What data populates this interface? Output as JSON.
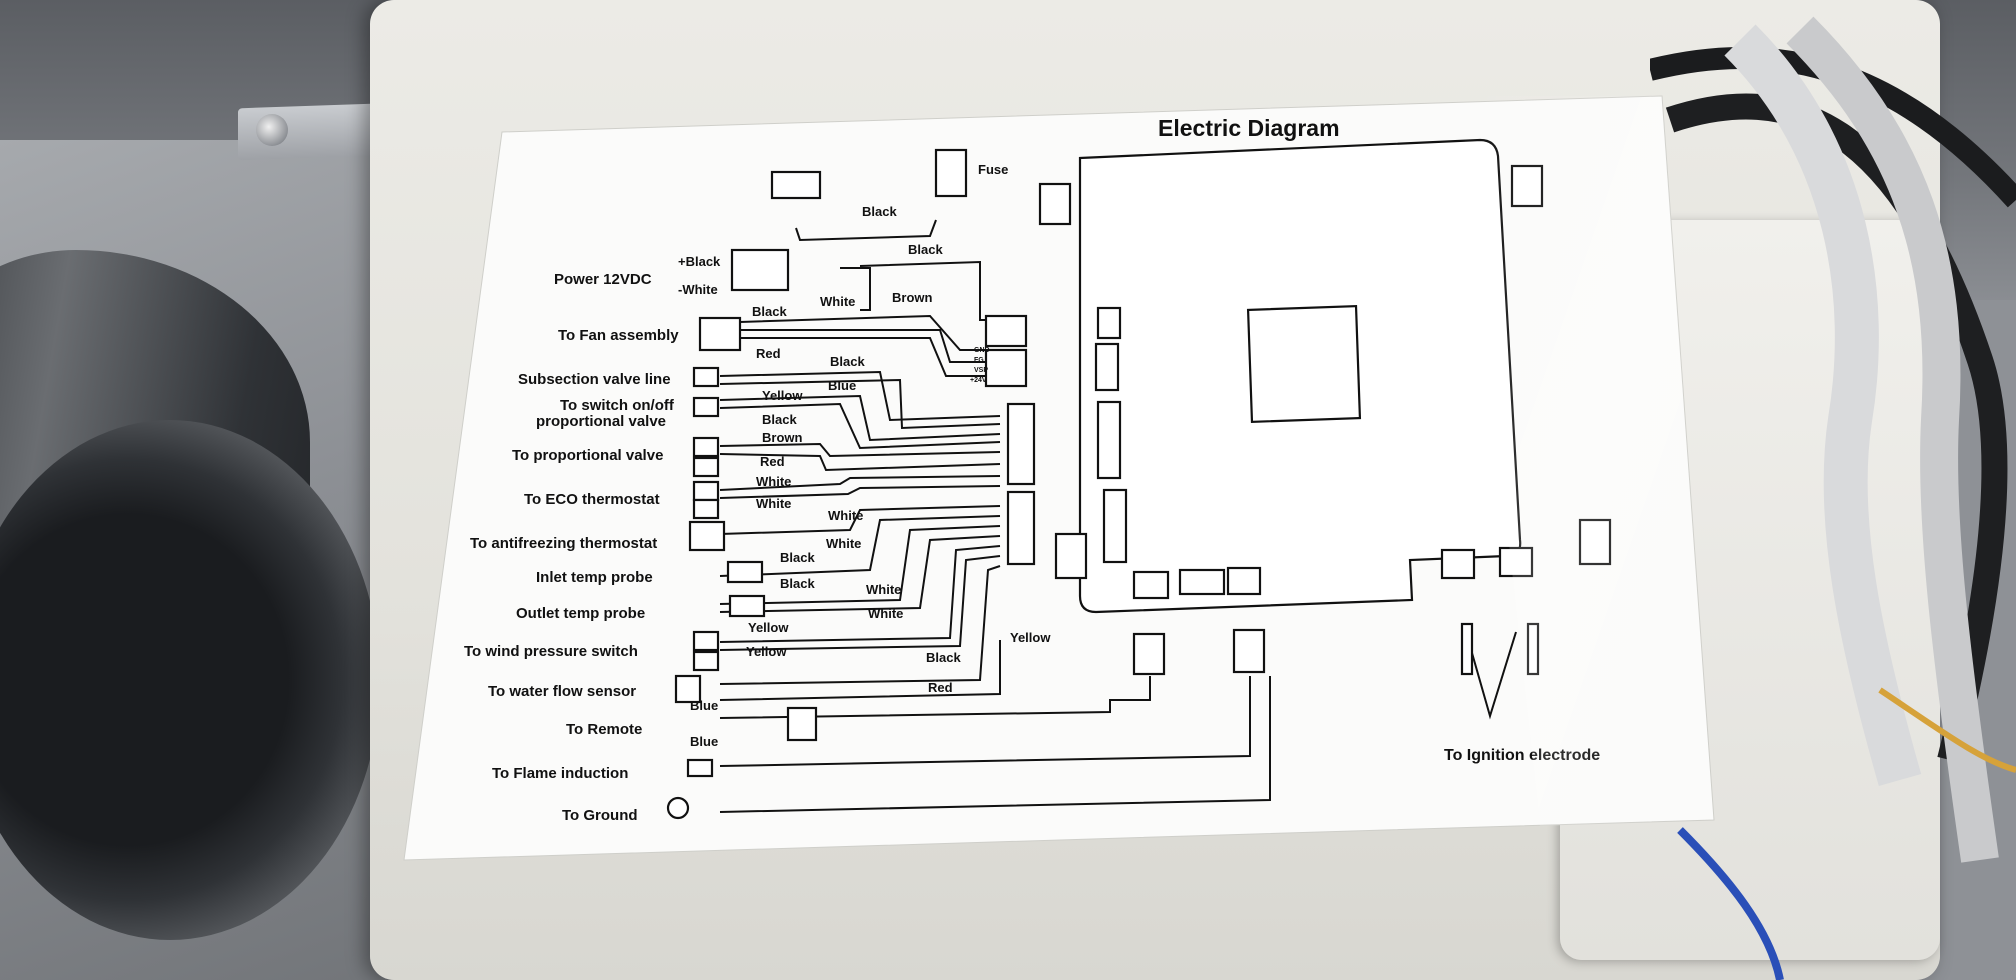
{
  "diagram": {
    "title": "Electric Diagram",
    "left_labels": [
      "Power 12VDC",
      "To Fan assembly",
      "Subsection valve line",
      "To switch on/off",
      "proportional valve",
      "To proportional valve",
      "To ECO thermostat",
      "To antifreezing thermostat",
      "Inlet temp probe",
      "Outlet temp probe",
      "To wind pressure switch",
      "To water flow sensor",
      "To Remote",
      "To Flame induction",
      "To Ground"
    ],
    "wire_labels": [
      "Fuse",
      "Black",
      "Black",
      "+Black",
      "-White",
      "Black",
      "White",
      "Brown",
      "Red",
      "Black",
      "Blue",
      "Yellow",
      "Black",
      "Brown",
      "Red",
      "White",
      "White",
      "White",
      "White",
      "Black",
      "Black",
      "White",
      "White",
      "Yellow",
      "Yellow",
      "Yellow",
      "Black",
      "Red",
      "Blue",
      "Blue"
    ],
    "pin_labels": [
      "GND",
      "FG",
      "VSP",
      "+24V"
    ],
    "ignition_label": "To Ignition electrode"
  },
  "colors": {
    "sheet": "#fbfbfa",
    "ink": "#111111",
    "tray": "#e6e5df",
    "metal": "#8e9196"
  },
  "icons": [
    "rocker-switch-icon",
    "fuse-icon",
    "ground-ring-icon",
    "control-board-icon"
  ]
}
